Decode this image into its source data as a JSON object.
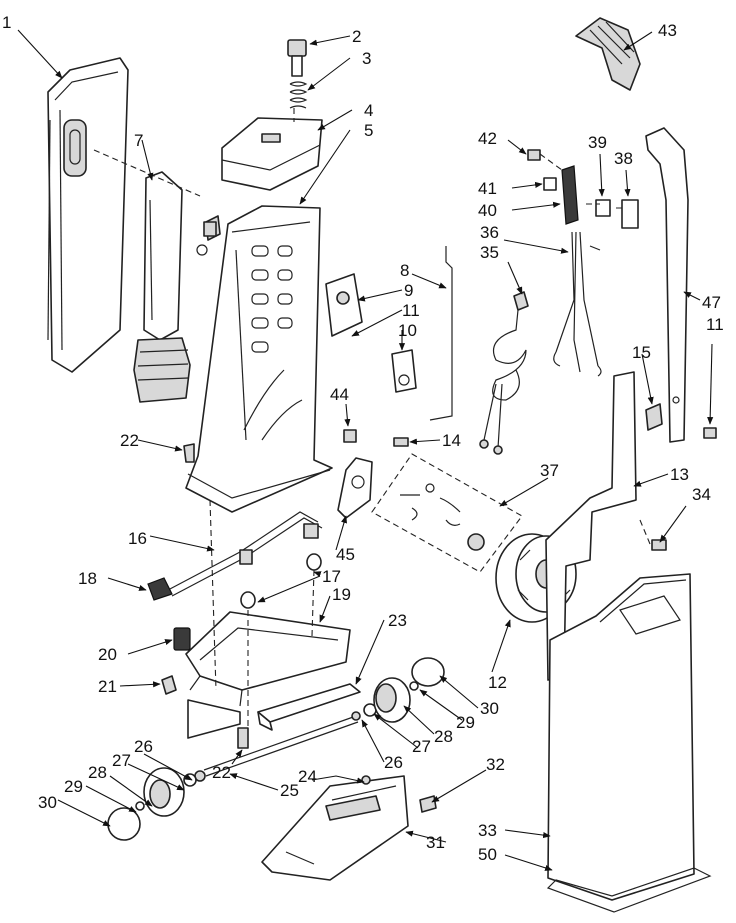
{
  "callouts": [
    {
      "id": "1",
      "label": "1"
    },
    {
      "id": "2",
      "label": "2"
    },
    {
      "id": "3",
      "label": "3"
    },
    {
      "id": "4",
      "label": "4"
    },
    {
      "id": "5",
      "label": "5"
    },
    {
      "id": "7",
      "label": "7"
    },
    {
      "id": "8",
      "label": "8"
    },
    {
      "id": "9",
      "label": "9"
    },
    {
      "id": "10",
      "label": "10"
    },
    {
      "id": "11a",
      "label": "11"
    },
    {
      "id": "11b",
      "label": "11"
    },
    {
      "id": "12",
      "label": "12"
    },
    {
      "id": "13",
      "label": "13"
    },
    {
      "id": "14",
      "label": "14"
    },
    {
      "id": "15",
      "label": "15"
    },
    {
      "id": "16",
      "label": "16"
    },
    {
      "id": "17",
      "label": "17"
    },
    {
      "id": "18",
      "label": "18"
    },
    {
      "id": "19",
      "label": "19"
    },
    {
      "id": "20",
      "label": "20"
    },
    {
      "id": "21",
      "label": "21"
    },
    {
      "id": "22a",
      "label": "22"
    },
    {
      "id": "22b",
      "label": "22"
    },
    {
      "id": "23",
      "label": "23"
    },
    {
      "id": "24",
      "label": "24"
    },
    {
      "id": "25",
      "label": "25"
    },
    {
      "id": "26a",
      "label": "26"
    },
    {
      "id": "26b",
      "label": "26"
    },
    {
      "id": "27a",
      "label": "27"
    },
    {
      "id": "27b",
      "label": "27"
    },
    {
      "id": "28a",
      "label": "28"
    },
    {
      "id": "28b",
      "label": "28"
    },
    {
      "id": "29a",
      "label": "29"
    },
    {
      "id": "29b",
      "label": "29"
    },
    {
      "id": "30a",
      "label": "30"
    },
    {
      "id": "30b",
      "label": "30"
    },
    {
      "id": "31",
      "label": "31"
    },
    {
      "id": "32",
      "label": "32"
    },
    {
      "id": "33",
      "label": "33"
    },
    {
      "id": "34",
      "label": "34"
    },
    {
      "id": "35",
      "label": "35"
    },
    {
      "id": "36",
      "label": "36"
    },
    {
      "id": "37",
      "label": "37"
    },
    {
      "id": "38",
      "label": "38"
    },
    {
      "id": "39",
      "label": "39"
    },
    {
      "id": "40",
      "label": "40"
    },
    {
      "id": "41",
      "label": "41"
    },
    {
      "id": "42",
      "label": "42"
    },
    {
      "id": "43",
      "label": "43"
    },
    {
      "id": "44",
      "label": "44"
    },
    {
      "id": "45",
      "label": "45"
    },
    {
      "id": "47",
      "label": "47"
    },
    {
      "id": "50",
      "label": "50"
    }
  ]
}
